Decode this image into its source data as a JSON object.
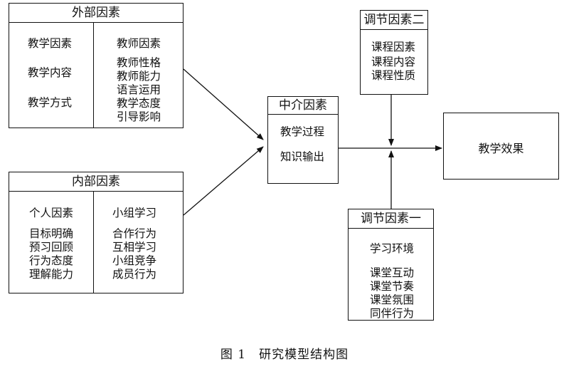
{
  "external": {
    "title": "外部因素",
    "left_items": [
      "教学因素",
      "教学内容",
      "教学方式"
    ],
    "right_heading": "教师因素",
    "right_items": [
      "教师性格",
      "教师能力",
      "语言运用",
      "教学态度",
      "引导影响"
    ]
  },
  "internal": {
    "title": "内部因素",
    "left_heading": "个人因素",
    "left_items": [
      "目标明确",
      "预习回顾",
      "行为态度",
      "理解能力"
    ],
    "right_heading": "小组学习",
    "right_items": [
      "合作行为",
      "互相学习",
      "小组竞争",
      "成员行为"
    ]
  },
  "mediator": {
    "title": "中介因素",
    "items": [
      "教学过程",
      "知识输出"
    ]
  },
  "moderator_two": {
    "title": "调节因素二",
    "heading": "课程因素",
    "items": [
      "课程内容",
      "课程性质"
    ]
  },
  "moderator_one": {
    "title": "调节因素一",
    "heading": "学习环境",
    "items": [
      "课堂互动",
      "课堂节奏",
      "课堂氛围",
      "同伴行为"
    ]
  },
  "outcome": {
    "label": "教学效果"
  },
  "caption": "图 1　研究模型结构图"
}
